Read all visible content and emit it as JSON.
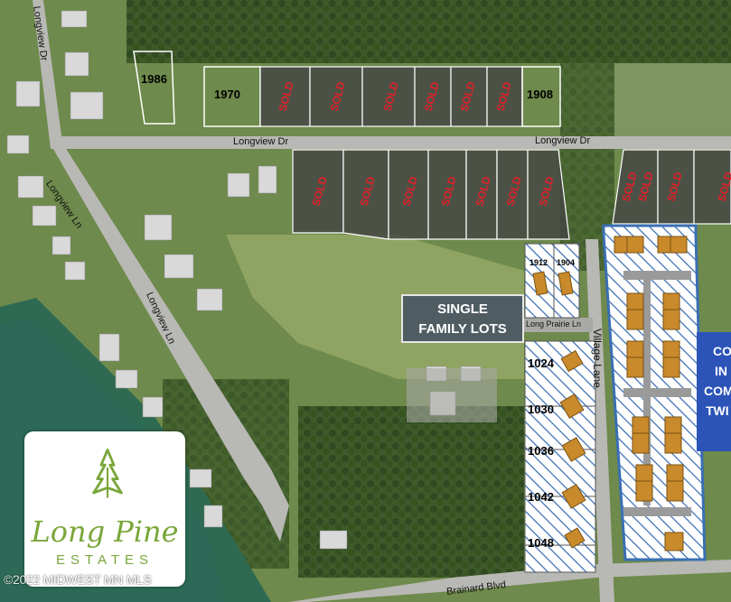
{
  "roads": {
    "longview_dr_top": "Longview Dr",
    "longview_dr_left": "Longview Dr",
    "longview_dr_right": "Longview Dr",
    "longview_ln_top": "Longview Ln",
    "longview_ln_mid": "Longview Ln",
    "village_lane": "Village Lane",
    "long_prairie_ln": "Long Prairie Ln",
    "brainard_blvd": "Brainard Blvd"
  },
  "lots": {
    "l1986": "1986",
    "l1970": "1970",
    "l1908": "1908",
    "l1912": "1912",
    "l1904": "1904",
    "l1024": "1024",
    "l1030": "1030",
    "l1036": "1036",
    "l1042": "1042",
    "l1048": "1048"
  },
  "sold_label": "SOLD",
  "sign_single": {
    "line1": "SINGLE",
    "line2": "FAMILY LOTS"
  },
  "sign_twin": {
    "line1": "CO",
    "line2": "IN",
    "line3": "COM",
    "line4": "TWI"
  },
  "logo": {
    "line1": "Long Pine",
    "line2": "ESTATES"
  },
  "copyright": "©2022 MIDWEST MN MLS",
  "colors": {
    "sold": "#e0202a",
    "sign_gray": "#4f5d63",
    "twin_blue": "#2b53b8",
    "building": "#c98a2c",
    "logo_green": "#7aa63a"
  }
}
